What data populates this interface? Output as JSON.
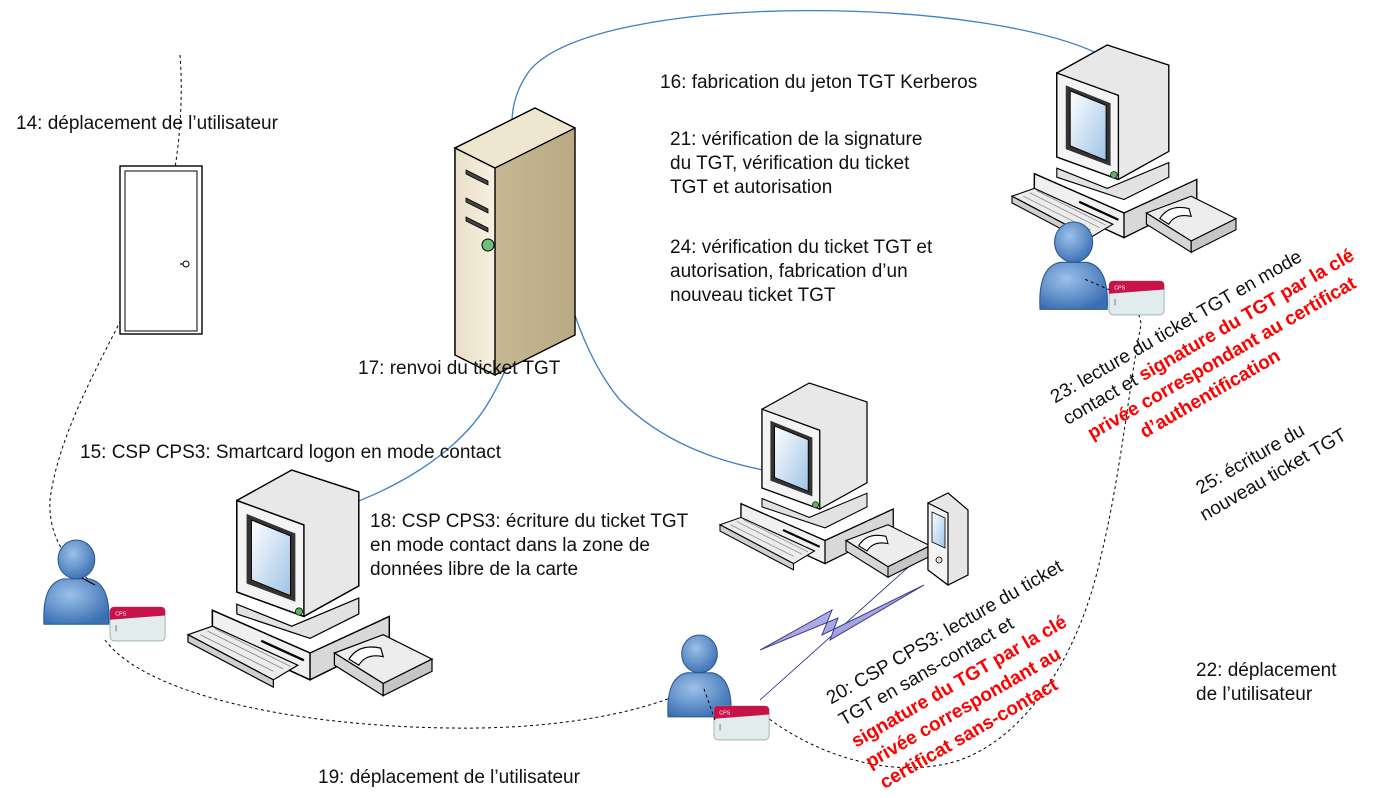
{
  "labels": {
    "l14": "14: déplacement de l’utilisateur",
    "l15": "15: CSP CPS3: Smartcard logon en mode contact",
    "l16": "16: fabrication du jeton TGT Kerberos",
    "l17": "17: renvoi du ticket TGT",
    "l18": [
      "18: CSP CPS3: écriture du ticket TGT",
      "en mode contact dans la zone de",
      "données libre de la carte"
    ],
    "l19": "19: déplacement de l’utilisateur",
    "l21": [
      "21: vérification de la signature",
      "du TGT, vérification du ticket",
      "TGT et autorisation"
    ],
    "l22": [
      "22: déplacement",
      "de l’utilisateur"
    ],
    "l24": [
      "24: vérification du ticket TGT et",
      "autorisation, fabrication d’un",
      "nouveau ticket TGT"
    ]
  },
  "rotated": {
    "l20": {
      "line1": "20: CSP CPS3: lecture du ticket",
      "line2": "TGT en sans-contact et",
      "line3": "signature du TGT par la clé",
      "line4": "privée correspondant au",
      "line5": "certificat sans-contact"
    },
    "l23": {
      "line1_a": "23: lecture du ticket TGT en mode",
      "line2_a": "contact et ",
      "line2_b": "signature du TGT par la clé",
      "line3": "privée correspondant au certificat",
      "line4": "d’authentification"
    },
    "l25": [
      "25: écriture du",
      "nouveau ticket TGT"
    ]
  },
  "card_text": "CPS",
  "colors": {
    "link_blue": "#3b7fc4",
    "highlight_red": "#ff0000",
    "user_blue": "#4a7fc1"
  }
}
